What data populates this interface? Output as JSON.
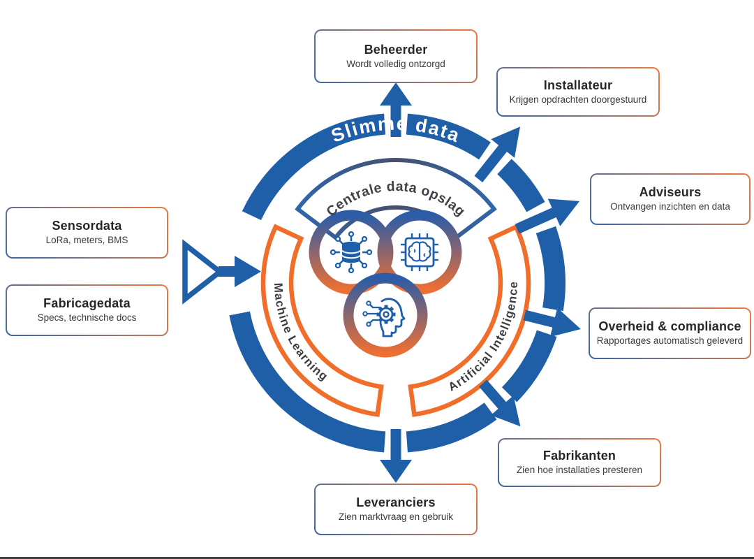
{
  "colors": {
    "blue": "#1e5fa8",
    "orange": "#f06d2a",
    "icon_blue": "#1e5fa9",
    "band_navy_mid": "#47506f",
    "band_blue_end": "#2f66ab",
    "venn_top": "#2b5ca7",
    "venn_bottom": "#ec6f33",
    "curved_text": "#3e4146",
    "title_text": "#272727",
    "subtitle_text": "#3a3a3a",
    "white": "#ffffff"
  },
  "ring": {
    "label": "Slimme data"
  },
  "bands": {
    "central": "Centrale data opslag",
    "left": "Machine Learning",
    "right": "Artificial Intelligence"
  },
  "venn_icons": [
    "distributed-database-icon",
    "chip-brain-icon",
    "ai-head-gear-icon"
  ],
  "inputs": [
    {
      "title": "Sensordata",
      "subtitle": "LoRa, meters, BMS"
    },
    {
      "title": "Fabricagedata",
      "subtitle": "Specs, technische docs"
    }
  ],
  "outputs": [
    {
      "title": "Beheerder",
      "subtitle": "Wordt volledig ontzorgd"
    },
    {
      "title": "Installateur",
      "subtitle": "Krijgen opdrachten doorgestuurd"
    },
    {
      "title": "Adviseurs",
      "subtitle": "Ontvangen inzichten en data"
    },
    {
      "title": "Overheid & compliance",
      "subtitle": "Rapportages automatisch geleverd"
    },
    {
      "title": "Fabrikanten",
      "subtitle": "Zien hoe installaties presteren"
    },
    {
      "title": "Leveranciers",
      "subtitle": "Zien marktvraag en gebruik"
    }
  ]
}
